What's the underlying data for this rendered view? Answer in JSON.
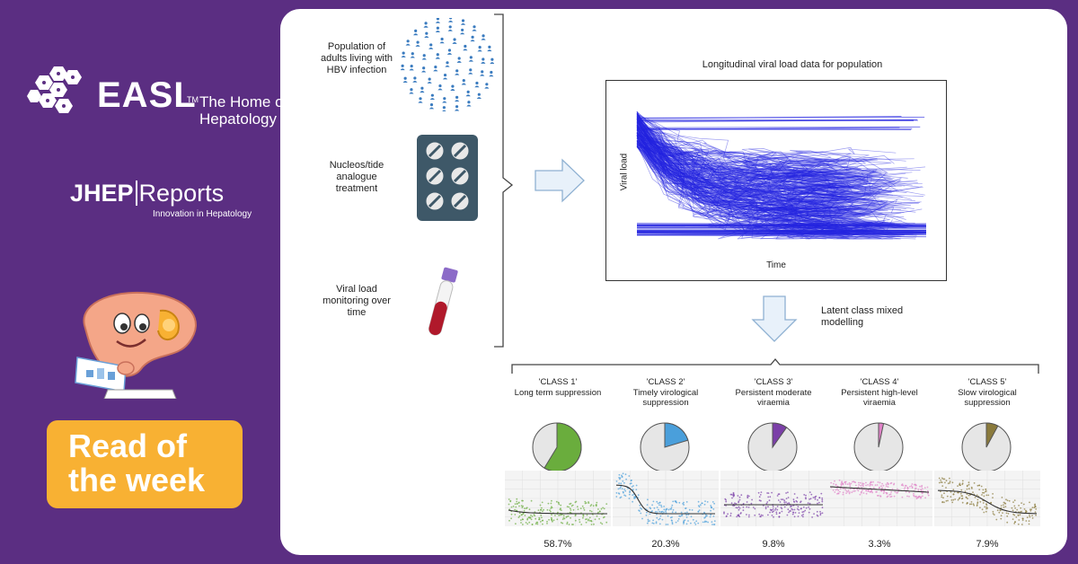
{
  "branding": {
    "easl_name": "EASL",
    "easl_tm": "TM",
    "easl_tagline": "The Home of Hepatology",
    "journal_part1": "JHEP",
    "journal_part2": "Reports",
    "journal_tagline": "Innovation in Hepatology",
    "badge_line1": "Read of",
    "badge_line2": "the week",
    "colors": {
      "background": "#5b2e82",
      "badge": "#f8b133",
      "card": "#ffffff"
    }
  },
  "inputs": [
    {
      "label": "Population of adults living with HBV infection",
      "icon": "population-icon"
    },
    {
      "label": "Nucleos/tide analogue treatment",
      "icon": "pill-pack-icon"
    },
    {
      "label": "Viral load monitoring over time",
      "icon": "blood-tube-icon"
    }
  ],
  "main_chart": {
    "title": "Longitudinal viral load data for population",
    "xlabel": "Time",
    "ylabel": "Viral load",
    "color": "#2323e0"
  },
  "process_label": "Latent class mixed modelling",
  "chart_data": {
    "type": "pie",
    "categories": [
      "'CLASS 1' Long term suppression",
      "'CLASS 2' Timely virological suppression",
      "'CLASS 3' Persistent moderate viraemia",
      "'CLASS 4' Persistent high-level viraemia",
      "'CLASS 5' Slow virological suppression"
    ],
    "values": [
      58.7,
      20.3,
      9.8,
      3.3,
      7.9
    ],
    "unit": "%"
  },
  "classes": [
    {
      "name": "'CLASS 1'",
      "desc": "Long term suppression",
      "percent_label": "58.7%",
      "share": 58.7,
      "color": "#6aad3d",
      "traj": "low"
    },
    {
      "name": "'CLASS 2'",
      "desc": "Timely virological suppression",
      "percent_label": "20.3%",
      "share": 20.3,
      "color": "#4a9fdb",
      "traj": "drop-fast"
    },
    {
      "name": "'CLASS 3'",
      "desc": "Persistent moderate viraemia",
      "percent_label": "9.8%",
      "share": 9.8,
      "color": "#7b3fa8",
      "traj": "mid"
    },
    {
      "name": "'CLASS 4'",
      "desc": "Persistent high-level viraemia",
      "percent_label": "3.3%",
      "share": 3.3,
      "color": "#e082c8",
      "traj": "high"
    },
    {
      "name": "'CLASS 5'",
      "desc": "Slow virological suppression",
      "percent_label": "7.9%",
      "share": 7.9,
      "color": "#8a7a3c",
      "traj": "drop-slow"
    }
  ]
}
